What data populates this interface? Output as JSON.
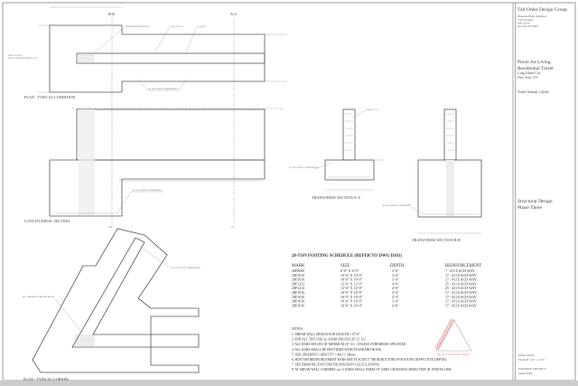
{
  "title_block": {
    "firm": "Tall Order Design Group",
    "firm_lines": [
      "Hinnanen Habor Romance",
      "7 East 7th Street",
      "Suite 314-315",
      "New York, NY 10003"
    ],
    "project": [
      "Prism for Living",
      "Residential Tower"
    ],
    "location": [
      "Long Island City",
      "New York, NY"
    ],
    "client": "Yosef Seinuk, Client",
    "phase": [
      "Structural Design",
      "Phase Three"
    ],
    "drawing_no": "DWG D104",
    "scale": "SCALE: 1/2\" = 1'-0\"",
    "sheet_title": "FOOTING DETAILS",
    "sheet_subtitle": "Shear Wall"
  },
  "views": {
    "plan_typical": "PLAN - TYPICAL CONDITION",
    "longitudinal": "LONGITUDINAL SECTION",
    "transverse_aa": "TRANSVERSE SECTION A-A",
    "transverse_bb": "TRANSVERSE SECTION B-B",
    "plan_corner": "PLAN - TYPICAL CORNER",
    "cut_a": "A-A",
    "cut_b": "B-B",
    "bar_label": "BAR: 14'/15.5F",
    "bar_sub": "TOTAL FOOTING DEPTH: 3'-4\"",
    "callouts": [
      "BOUNDARY ZONE BAR",
      "#5 @ 18\" O.C.",
      "#5 @ 12\"",
      "#11 EACH WAY CONTINUOUS",
      "#11 CORNER STANDARD HOOK"
    ]
  },
  "schedule": {
    "title": "28-TON FOOTING SCHEDULE (REFER TO DWG D103)",
    "headers": [
      "MARK",
      "SIZE",
      "DEPTH",
      "REINFORCEMENT"
    ],
    "rows": [
      [
        "28F6060",
        "6'-0\" X 6'-0\"",
        "2'-0\"",
        "7 - #11 EACH WAY"
      ],
      [
        "28F1010",
        "10'-0\" X 10'-0\"",
        "3'-4\"",
        "17 - #11 EACH WAY"
      ],
      [
        "28F1010",
        "10'-0\" X 10'-0\"",
        "3'-4\"",
        "17 - #11 EACH WAY"
      ],
      [
        "28F1212",
        "12'-0\" X 12'-0\"",
        "4'-0\"",
        "25 - #11 EACH WAY"
      ],
      [
        "28F1212",
        "12'-0\" X 12'-0\"",
        "4'-0\"",
        "25 - #11 EACH WAY"
      ],
      [
        "28F1010",
        "10'-0\" X 10'-0\"",
        "3'-4\"",
        "17 - #11 EACH WAY"
      ],
      [
        "28F1010",
        "10'-0\" X 10'-0\"",
        "3'-4\"",
        "17 - #11 EACH WAY"
      ],
      [
        "28F1010",
        "10'-0\" X 10'-0\"",
        "3'-4\"",
        "17 - #11 EACH WAY"
      ],
      [
        "28F1016",
        "10'-0\" X 10'-0\"",
        "4'-0\"",
        "17 - #11 EACH WAY"
      ]
    ]
  },
  "notes": {
    "heading": "NOTES:",
    "items": [
      "1. SHEAR WALL DESIGN FOR LENGTH = 67'-6\".",
      "2. FOR ALL TIES USE no. 4 BAR SPACED AT 12\" O.C.",
      "3. ALL BARS SPACED AT MINIMUM 18\" O.C. UNLESS OTHERWISE SPECIFIED.",
      "4. ALL BARS SHALL BE PROVIDED WITH STANDARD HOOK.",
      "5. SOIL BEARING CAPACITY = 4tfsf = 20tons.",
      "6. BOTTOM REINFORCEMENT BARS ARE PLACED 3\" FROM BOTTOM OF FOOTING (EFFECTIVE DEPTH).",
      "7. SEE DRAWING D105 FOR FOUNDATION CALCULATIONS.",
      "8. AT SHEAR WALL CORNERS, no.11 BARS SHALL FORM 18\" GRID, CHANGING DIRECTION AT STRESS LINE."
    ]
  },
  "diagram": {
    "caption": "KEY: 45° AT SHEAR WALL CORNER"
  },
  "colors": {
    "accent": "#e05050",
    "line": "#555555"
  }
}
